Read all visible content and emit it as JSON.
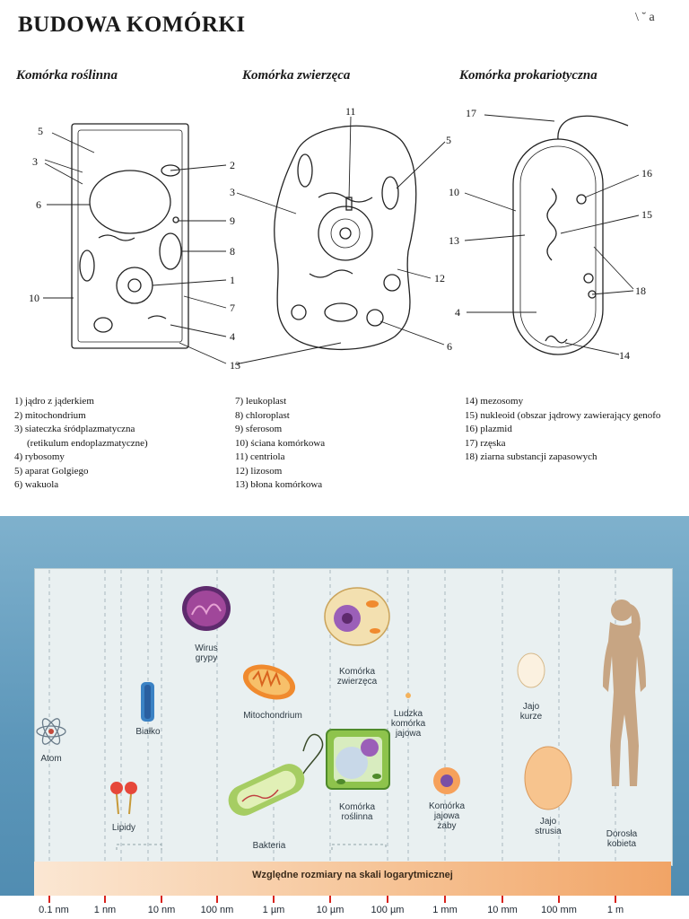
{
  "worksheet": {
    "title": "BUDOWA KOMÓRKI",
    "corner_marks": "\\ ˘ a",
    "cells": [
      {
        "title": "Komórka roślinna"
      },
      {
        "title": "Komórka zwierzęca"
      },
      {
        "title": "Komórka prokariotyczna"
      }
    ],
    "callouts": {
      "plant": [
        "5",
        "3",
        "6",
        "10",
        "2",
        "9",
        "8",
        "1",
        "7",
        "4",
        "13"
      ],
      "animal": [
        "11",
        "5",
        "3",
        "12",
        "6"
      ],
      "prokaryote": [
        "17",
        "16",
        "10",
        "15",
        "13",
        "18",
        "4",
        "14"
      ]
    },
    "legend": {
      "col1": [
        "1) jądro z jąderkiem",
        "2) mitochondrium",
        "3) siateczka śródplazmatyczna",
        "(retikulum endoplazmatyczne)",
        "4) rybosomy",
        "5) aparat Golgiego",
        "6) wakuola"
      ],
      "col2": [
        "7) leukoplast",
        "8) chloroplast",
        "9) sferosom",
        "10) ściana komórkowa",
        "11) centriola",
        "12) lizosom",
        "13) błona komórkowa"
      ],
      "col3": [
        "14) mezosomy",
        "15) nukleoid (obszar jądrowy zawierający genofo",
        "16) plazmid",
        "17) rzęska",
        "18) ziarna substancji zapasowych"
      ]
    }
  },
  "scale": {
    "band_label": "Względne rozmiary na skali logarytmicznej",
    "ticks": [
      "0.1 nm",
      "1 nm",
      "10 nm",
      "100 nm",
      "1 µm",
      "10 µm",
      "100 µm",
      "1 mm",
      "10 mm",
      "100 mm",
      "1 m"
    ],
    "items": [
      {
        "label": "Atom",
        "icon": "atom-icon"
      },
      {
        "label": "Lipidy",
        "icon": "lipid-icon"
      },
      {
        "label": "Białko",
        "icon": "protein-icon"
      },
      {
        "label": "Wirus\ngrypy",
        "icon": "virus-icon"
      },
      {
        "label": "Mitochondrium",
        "icon": "mitochondrion-icon"
      },
      {
        "label": "Bakteria",
        "icon": "bacterium-icon"
      },
      {
        "label": "Komórka\nzwierzęca",
        "icon": "animal-cell-icon"
      },
      {
        "label": "Komórka\nroślinna",
        "icon": "plant-cell-icon"
      },
      {
        "label": "Ludzka\nkomórka\njajowa",
        "icon": "human-egg-icon"
      },
      {
        "label": "Komórka\njajowa\nżaby",
        "icon": "frog-egg-icon"
      },
      {
        "label": "Jajo\nkurze",
        "icon": "chicken-egg-icon"
      },
      {
        "label": "Jajo\nstrusia",
        "icon": "ostrich-egg-icon"
      },
      {
        "label": "Dorosła\nkobieta",
        "icon": "woman-silhouette-icon"
      }
    ],
    "colors": {
      "background": "#5d97ba",
      "panel": "#e9f0f1",
      "band_start": "#fbe7d3",
      "band_end": "#f1a466",
      "tick": "#d9231d"
    }
  }
}
